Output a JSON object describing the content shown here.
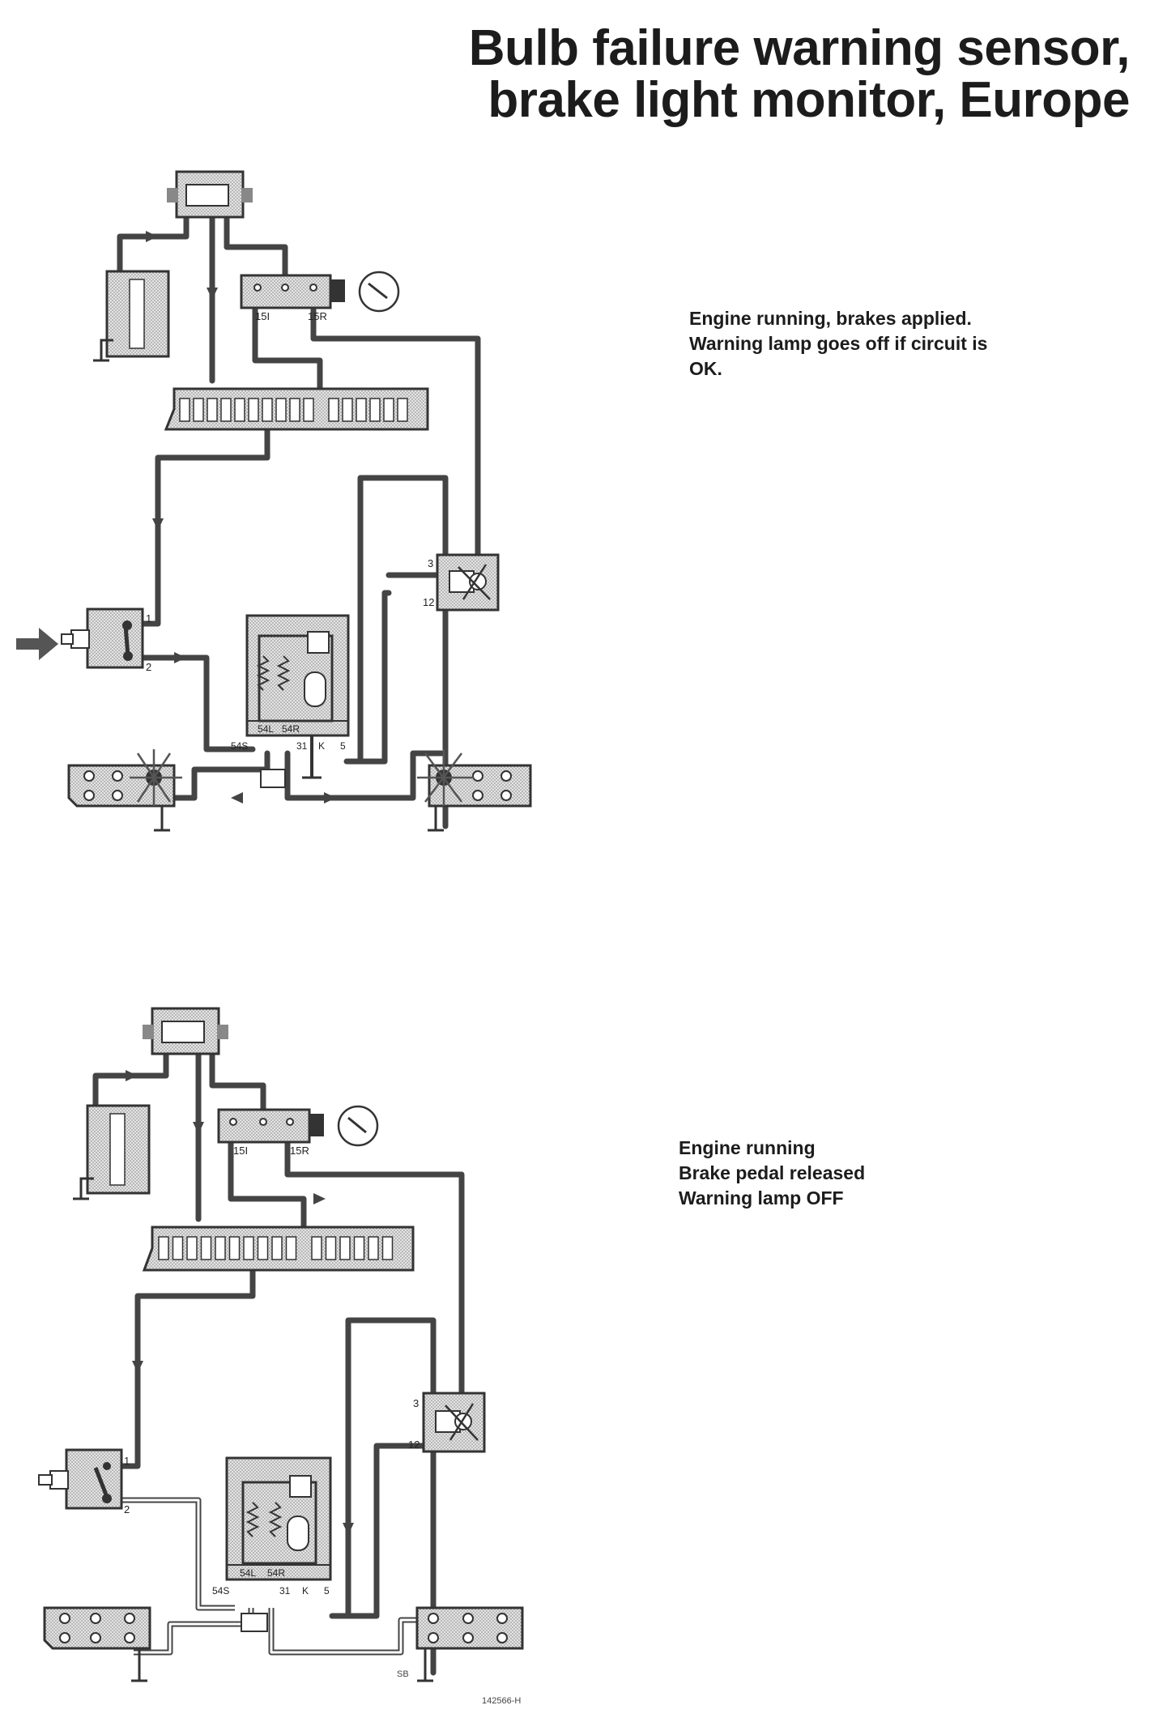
{
  "title": {
    "line1": "Bulb failure warning sensor,",
    "line2": "brake light monitor, Europe"
  },
  "diagram_top": {
    "caption": [
      "Engine running, brakes applied.",
      "Warning lamp goes off if circuit is",
      "OK."
    ],
    "labels": {
      "ign_left": "15I",
      "ign_right": "15R",
      "lamp_pin_a": "3",
      "lamp_pin_b": "12",
      "switch_pin_a": "1",
      "switch_pin_b": "2",
      "sensor_54s": "54S",
      "sensor_54l": "54L",
      "sensor_54r": "54R",
      "sensor_31": "31",
      "sensor_k": "K",
      "sensor_5": "5"
    }
  },
  "diagram_bottom": {
    "caption": [
      "Engine running",
      "Brake pedal released",
      "Warning lamp OFF"
    ],
    "labels": {
      "ign_left": "15I",
      "ign_right": "15R",
      "lamp_pin_a": "3",
      "lamp_pin_b": "12",
      "switch_pin_a": "1",
      "switch_pin_b": "2",
      "sensor_54s": "54S",
      "sensor_54l": "54L",
      "sensor_54r": "54R",
      "sensor_31": "31",
      "sensor_k": "K",
      "sensor_5": "5"
    },
    "author_mark": "SB",
    "figure_code": "142566-H"
  }
}
